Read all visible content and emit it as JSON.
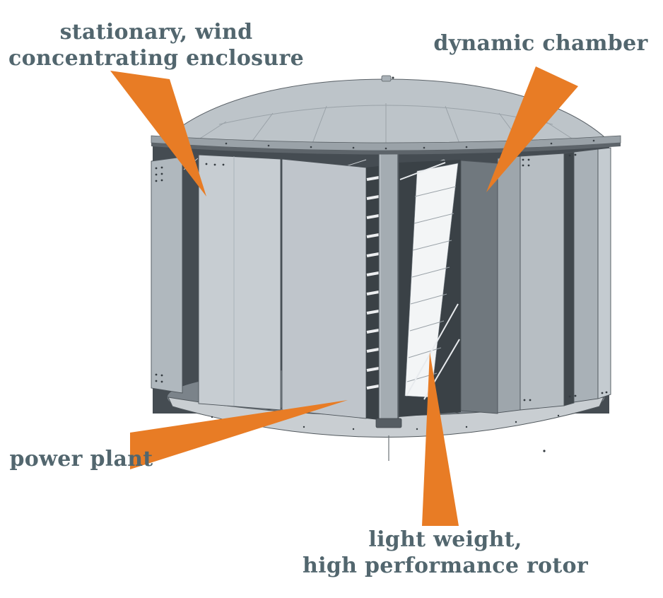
{
  "diagram": {
    "type": "annotated-technical-illustration",
    "subject": "vertical wind turbine with wind concentrating enclosure"
  },
  "labels": {
    "enclosure": {
      "line1": "stationary, wind",
      "line2": "concentrating enclosure"
    },
    "chamber": {
      "line1": "dynamic chamber"
    },
    "power_plant": {
      "line1": "power plant"
    },
    "rotor": {
      "line1": "light weight,",
      "line2": "high performance rotor"
    }
  },
  "colors": {
    "label_text": "#52666e",
    "callout_orange": "#e87c25",
    "structure_light": "#c7cdd2",
    "structure_mid": "#a6aeb4",
    "structure_dark": "#454c52",
    "rotor_white": "#f3f5f6",
    "background": "#ffffff"
  }
}
